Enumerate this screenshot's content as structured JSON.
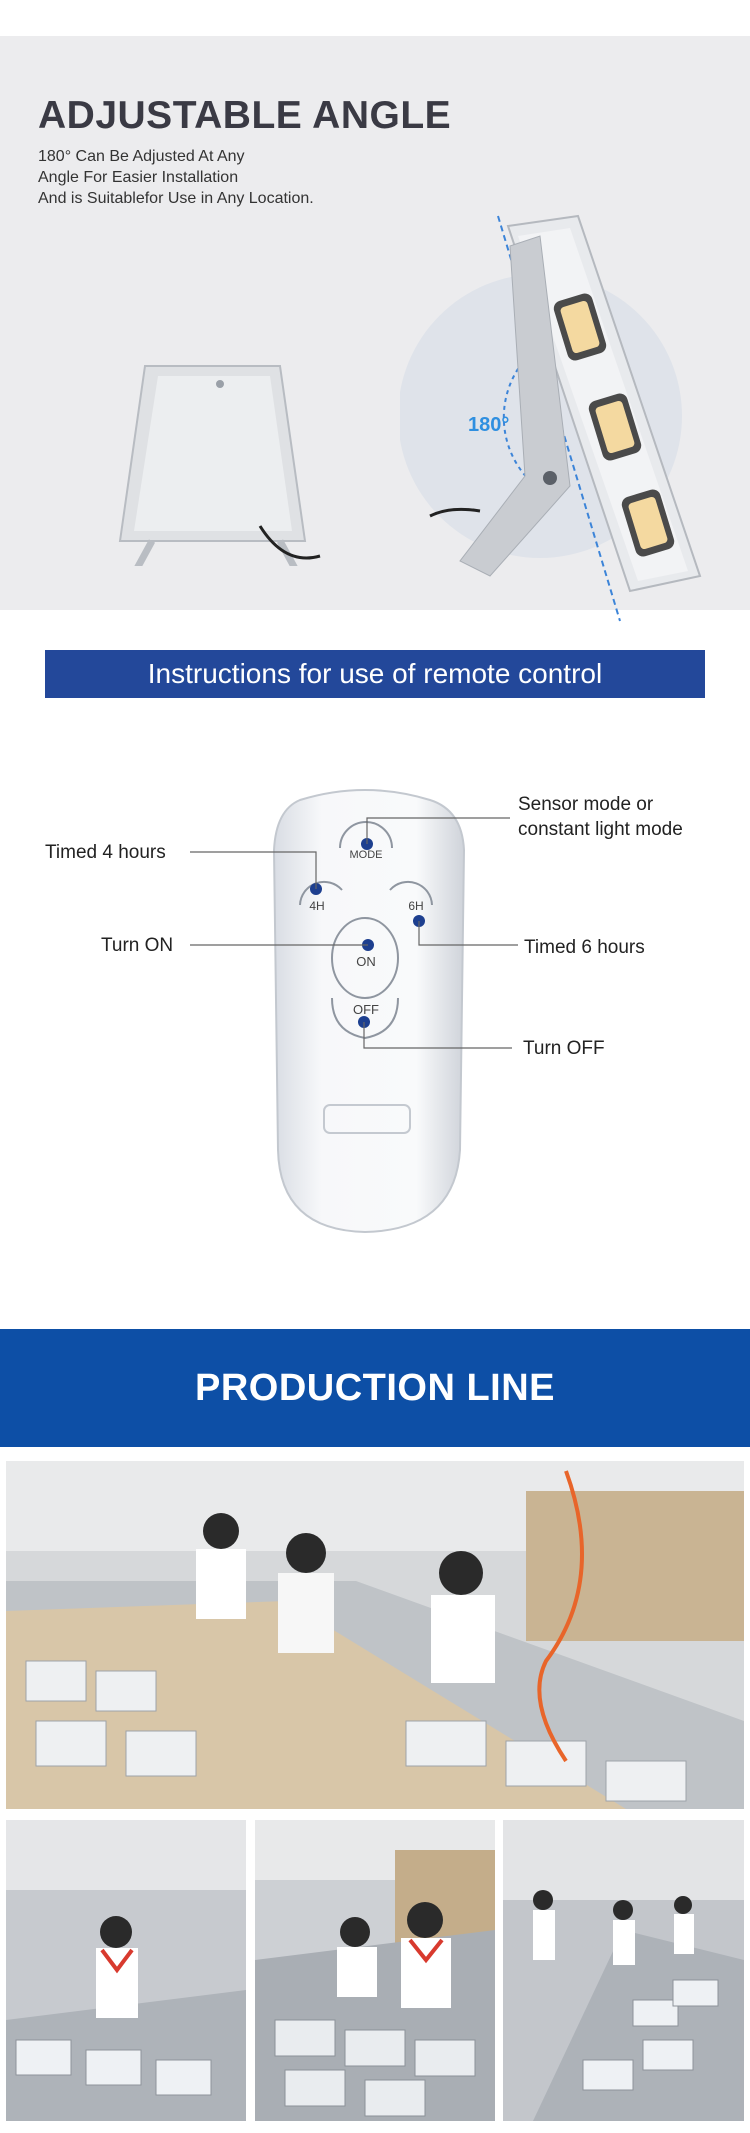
{
  "angle_section": {
    "title": "ADJUSTABLE ANGLE",
    "desc_lines": [
      "180° Can Be Adjusted At Any",
      "Angle For Easier Installation",
      "And is Suitablefor Use in Any Location."
    ],
    "angle_label": "180°"
  },
  "remote_section": {
    "banner": "Instructions for use of remote control",
    "buttons": {
      "mode": "MODE",
      "four_h": "4H",
      "six_h": "6H",
      "on": "ON",
      "off": "OFF"
    },
    "callouts": {
      "sensor_line1": "Sensor mode or",
      "sensor_line2": "constant light mode",
      "timed4": "Timed 4 hours",
      "turn_on": "Turn ON",
      "timed6": "Timed 6 hours",
      "turn_off": "Turn OFF"
    }
  },
  "production_section": {
    "banner": "PRODUCTION LINE"
  },
  "colors": {
    "banner_dark_blue": "#23489a",
    "banner_blue": "#0d4fa6",
    "accent_light_blue": "#2f8fe0",
    "button_dot": "#1d3f8f"
  }
}
